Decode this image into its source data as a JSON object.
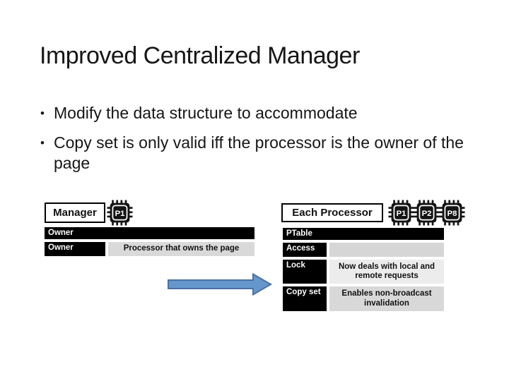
{
  "slide": {
    "title": "Improved Centralized Manager",
    "bullets": [
      "Modify the data structure to accommodate",
      "Copy set is only valid iff the processor is the owner of the page"
    ]
  },
  "manager_table": {
    "header_label": "Manager",
    "chip_labels": [
      "P1"
    ],
    "rows": [
      {
        "label": "Owner"
      },
      {
        "label": "Owner",
        "value": "Processor that owns the page"
      }
    ]
  },
  "processor_table": {
    "header_label": "Each Processor",
    "chip_labels": [
      "P1",
      "P2",
      "P8"
    ],
    "rows": [
      {
        "label": "PTable"
      },
      {
        "label": "Access",
        "value": ""
      },
      {
        "label": "Lock",
        "value": "Now deals with local and remote requests"
      },
      {
        "label": "Copy set",
        "value": "Enables non-broadcast invalidation"
      }
    ]
  },
  "colors": {
    "arrow_fill": "#6597CD",
    "arrow_border": "#4A71A6",
    "cell_black": "#000000",
    "cell_gray": "#D9D9D9",
    "cell_gray_light": "#ECECEC",
    "text": "#1A1A1A"
  }
}
